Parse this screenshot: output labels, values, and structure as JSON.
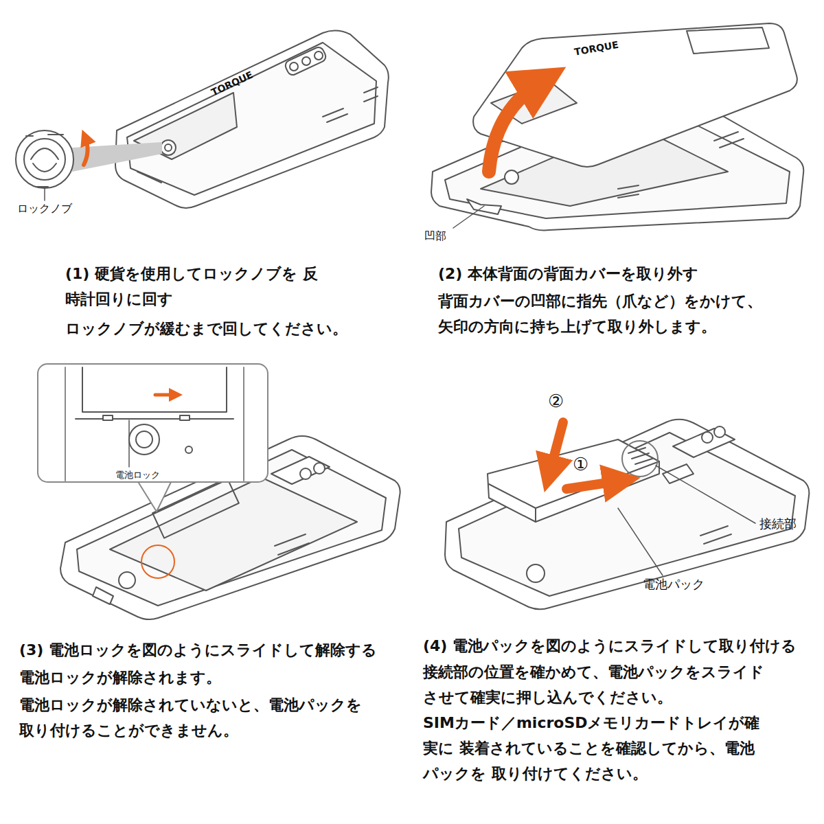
{
  "diagram": {
    "labels": [
      "TORQUE",
      "ロックノブ",
      "(1) 硬貨を使用してロックノブを 反時計回りに回す",
      "ロックノブが緩むまで回してください。",
      "TORQUE",
      "凹部",
      "(2) 本体背面の背面カバーを取り外す",
      "背面カバーの凹部に指先（爪など）をかけて、 矢印の方向に持ち上げて取り外します。",
      "電池ロック",
      "(3) 電池ロックを図のようにスライドして解除する",
      "電池ロックが解除されます。",
      "電池ロックが解除されていないと、電池パックを 取り付けることができません。",
      "②",
      "①",
      "接続部",
      "電池パック",
      "(4) 電池パックを図のようにスライドして取り付ける",
      "接続部の位置を確かめて、電池パックをスライド させて確実に押し込んでください。",
      "SIMカード／microSDメモリカードトレイが確実に 装着されていることを確認してから、電池パックを 取り付けてください。"
    ]
  }
}
